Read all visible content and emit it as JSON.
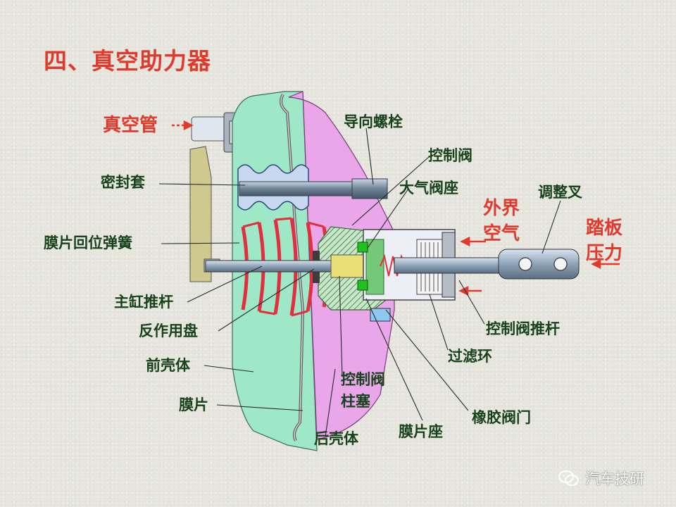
{
  "title": "四、真空助力器",
  "labels": {
    "vacuum_pipe": "真空管",
    "seal_sleeve": "密封套",
    "diaphragm_return_spring": "膜片回位弹簧",
    "master_cylinder_pushrod": "主缸推杆",
    "reaction_disc": "反作用盘",
    "front_housing": "前壳体",
    "diaphragm": "膜片",
    "rear_housing": "后壳体",
    "control_valve_plunger_1": "控制阀",
    "control_valve_plunger_2": "柱塞",
    "diaphragm_seat": "膜片座",
    "rubber_valve": "橡胶阀门",
    "filter_ring": "过滤环",
    "control_valve_pushrod": "控制阀推杆",
    "guide_bolt": "导向螺栓",
    "control_valve": "控制阀",
    "atmosphere_valve_seat": "大气阀座",
    "adjusting_fork": "调整叉",
    "outside_air_1": "外界",
    "outside_air_2": "空气",
    "pedal_force_1": "踏板",
    "pedal_force_2": "压力"
  },
  "watermark": {
    "text": "汽车技研",
    "icon": "wechat-icon"
  },
  "colors": {
    "title": "#e03a2c",
    "label": "#17421b",
    "front_housing": "#9ee8c8",
    "rear_housing": "#e9a6e9",
    "spring": "#e03040",
    "valve_body": "#74c878"
  }
}
